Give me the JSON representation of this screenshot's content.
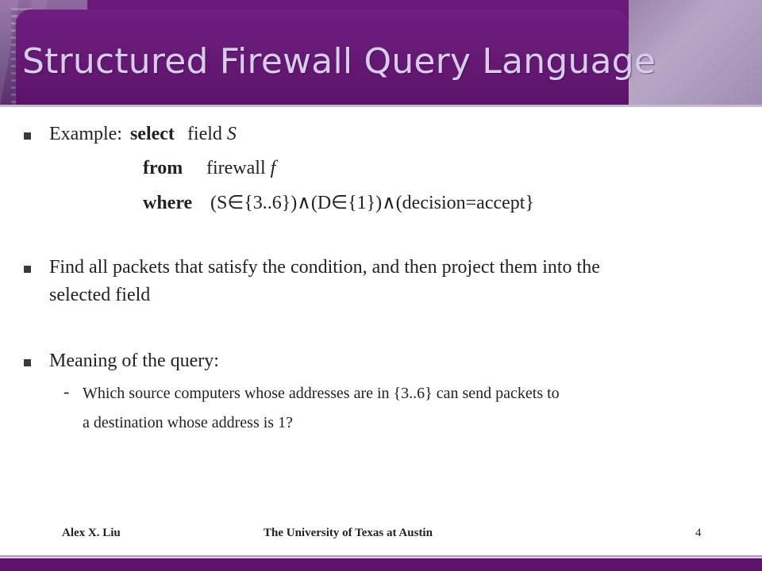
{
  "slide": {
    "title": "Structured Firewall Query Language",
    "example": {
      "label": "Example:",
      "select_kw": "select",
      "select_text_a": "field ",
      "select_text_b": "S",
      "from_kw": "from",
      "from_text_a": "firewall ",
      "from_text_b": "f",
      "where_kw": "where",
      "where_text": "(S∈{3..6})∧(D∈{1})∧(decision=accept}"
    },
    "bullet2_line1": "Find all packets that satisfy the condition, and then project them into the",
    "bullet2_line2": "selected field",
    "bullet3": "Meaning of the query:",
    "sub_dash": "-",
    "sub_line1": "Which source computers whose addresses are in {3..6} can send packets to",
    "sub_line2": "a destination whose address is 1?"
  },
  "footer": {
    "author": "Alex X. Liu",
    "institution": "The University of Texas at Austin",
    "page_number": "4"
  },
  "colors": {
    "header_purple": "#5c1369",
    "title_text": "#d9cbea"
  }
}
